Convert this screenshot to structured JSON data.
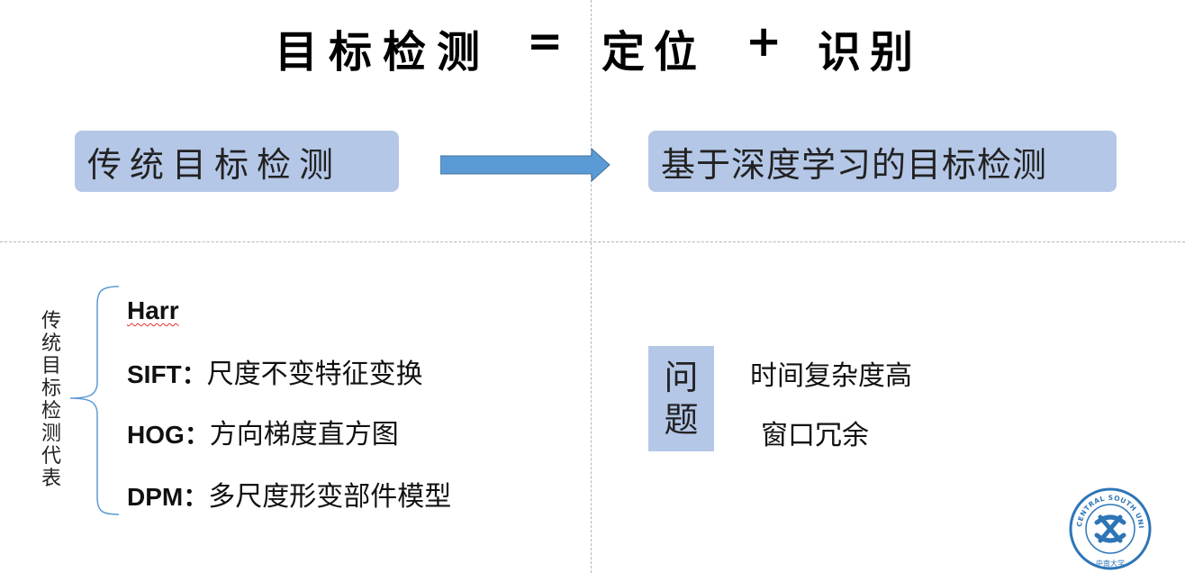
{
  "title": {
    "left": "目标检测",
    "eq": "=",
    "mid": "定位",
    "plus": "+",
    "right": "识别"
  },
  "boxes": {
    "traditional": "传统目标检测",
    "deep": "基于深度学习的目标检测"
  },
  "side_label": "传统目标检测代表",
  "methods": [
    {
      "key": "Harr",
      "desc": ""
    },
    {
      "key": "SIFT：",
      "desc": "尺度不变特征变换"
    },
    {
      "key": "HOG：",
      "desc": "方向梯度直方图"
    },
    {
      "key": "DPM：",
      "desc": "多尺度形变部件模型"
    }
  ],
  "problem": {
    "label": "问题",
    "items": [
      "时间复杂度高",
      "窗口冗余"
    ]
  },
  "logo": {
    "text": "CENTRAL SOUTH UNIVERSITY",
    "mark": "中南大学"
  },
  "colors": {
    "box_fill": "#b4c7e7",
    "arrow": "#5b9bd5",
    "logo": "#2e75b6"
  }
}
